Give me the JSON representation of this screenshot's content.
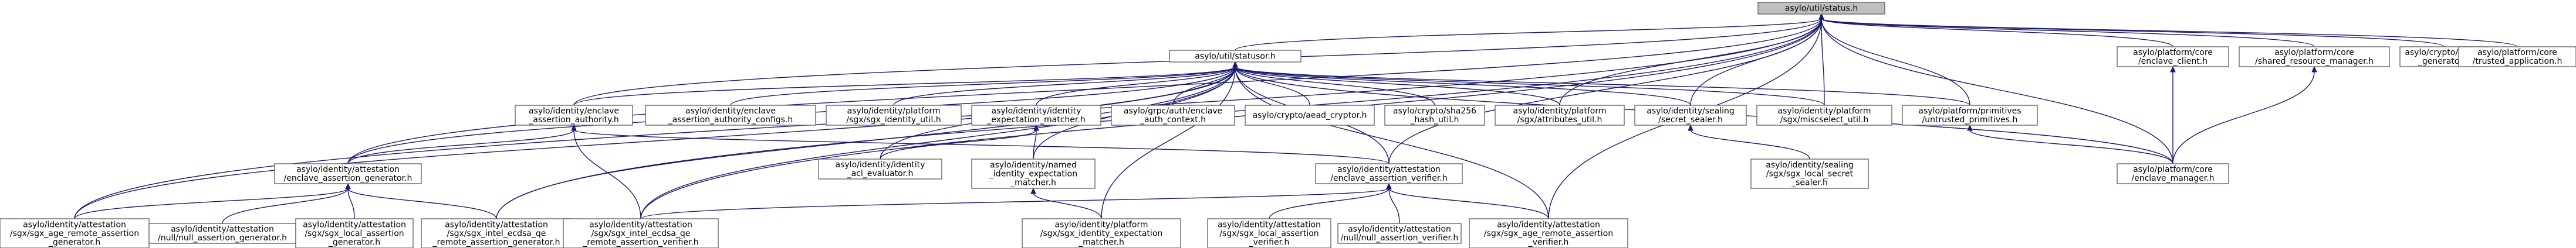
{
  "graph": {
    "root": "n0",
    "nodes": [
      {
        "id": "n0",
        "lines": [
          "asylo/util/status.h"
        ],
        "highlight": true
      },
      {
        "id": "n1",
        "lines": [
          "asylo/util/statusor.h"
        ]
      },
      {
        "id": "n2",
        "lines": [
          "asylo/platform/core",
          "/enclave_client.h"
        ]
      },
      {
        "id": "n3",
        "lines": [
          "asylo/platform/core",
          "/shared_resource_manager.h"
        ]
      },
      {
        "id": "n4",
        "lines": [
          "asylo/crypto/nonce",
          "_generator.h"
        ]
      },
      {
        "id": "n5",
        "lines": [
          "asylo/platform/core",
          "/trusted_application.h"
        ]
      },
      {
        "id": "n6",
        "lines": [
          "asylo/identity/enclave",
          "_assertion_authority.h"
        ]
      },
      {
        "id": "n7",
        "lines": [
          "asylo/identity/enclave",
          "_assertion_authority_configs.h"
        ]
      },
      {
        "id": "n8",
        "lines": [
          "asylo/identity/platform",
          "/sgx/sgx_identity_util.h"
        ]
      },
      {
        "id": "n9",
        "lines": [
          "asylo/identity/identity",
          "_expectation_matcher.h"
        ]
      },
      {
        "id": "n10",
        "lines": [
          "asylo/grpc/auth/enclave",
          "_auth_context.h"
        ]
      },
      {
        "id": "n11",
        "lines": [
          "asylo/crypto/aead_cryptor.h"
        ]
      },
      {
        "id": "n12",
        "lines": [
          "asylo/crypto/sha256",
          "_hash_util.h"
        ]
      },
      {
        "id": "n13",
        "lines": [
          "asylo/identity/platform",
          "/sgx/attributes_util.h"
        ]
      },
      {
        "id": "n14",
        "lines": [
          "asylo/identity/sealing",
          "/secret_sealer.h"
        ]
      },
      {
        "id": "n15",
        "lines": [
          "asylo/identity/platform",
          "/sgx/miscselect_util.h"
        ]
      },
      {
        "id": "n16",
        "lines": [
          "asylo/platform/primitives",
          "/untrusted_primitives.h"
        ]
      },
      {
        "id": "n17",
        "lines": [
          "asylo/identity/attestation",
          "/enclave_assertion_generator.h"
        ]
      },
      {
        "id": "n18",
        "lines": [
          "asylo/identity/identity",
          "_acl_evaluator.h"
        ]
      },
      {
        "id": "n19",
        "lines": [
          "asylo/identity/named",
          "_identity_expectation",
          "_matcher.h"
        ]
      },
      {
        "id": "n20",
        "lines": [
          "asylo/identity/attestation",
          "/enclave_assertion_verifier.h"
        ]
      },
      {
        "id": "n21",
        "lines": [
          "asylo/identity/sealing",
          "/sgx/sgx_local_secret",
          "_sealer.h"
        ]
      },
      {
        "id": "n22",
        "lines": [
          "asylo/platform/core",
          "/enclave_manager.h"
        ]
      },
      {
        "id": "n23",
        "lines": [
          "asylo/identity/attestation",
          "/sgx/sgx_age_remote_assertion",
          "_generator.h"
        ]
      },
      {
        "id": "n24",
        "lines": [
          "asylo/identity/attestation",
          "/null/null_assertion_generator.h"
        ]
      },
      {
        "id": "n25",
        "lines": [
          "asylo/identity/attestation",
          "/sgx/sgx_local_assertion",
          "_generator.h"
        ]
      },
      {
        "id": "n26",
        "lines": [
          "asylo/identity/attestation",
          "/sgx/sgx_intel_ecdsa_qe",
          "_remote_assertion_generator.h"
        ]
      },
      {
        "id": "n27",
        "lines": [
          "asylo/identity/attestation",
          "/sgx/sgx_intel_ecdsa_qe",
          "_remote_assertion_verifier.h"
        ]
      },
      {
        "id": "n28",
        "lines": [
          "asylo/identity/platform",
          "/sgx/sgx_identity_expectation",
          "_matcher.h"
        ]
      },
      {
        "id": "n29",
        "lines": [
          "asylo/identity/attestation",
          "/sgx/sgx_local_assertion",
          "_verifier.h"
        ]
      },
      {
        "id": "n30",
        "lines": [
          "asylo/identity/attestation",
          "/null/null_assertion_verifier.h"
        ]
      },
      {
        "id": "n31",
        "lines": [
          "asylo/identity/attestation",
          "/sgx/sgx_age_remote_assertion",
          "_verifier.h"
        ]
      }
    ],
    "edges": [
      [
        "n0",
        "n1"
      ],
      [
        "n0",
        "n2"
      ],
      [
        "n0",
        "n3"
      ],
      [
        "n0",
        "n4"
      ],
      [
        "n0",
        "n5"
      ],
      [
        "n0",
        "n6"
      ],
      [
        "n0",
        "n13"
      ],
      [
        "n0",
        "n14"
      ],
      [
        "n0",
        "n15"
      ],
      [
        "n0",
        "n16"
      ],
      [
        "n0",
        "n17"
      ],
      [
        "n0",
        "n20"
      ],
      [
        "n0",
        "n22"
      ],
      [
        "n0",
        "n23"
      ],
      [
        "n0",
        "n26"
      ],
      [
        "n0",
        "n27"
      ],
      [
        "n0",
        "n31"
      ],
      [
        "n1",
        "n6"
      ],
      [
        "n1",
        "n7"
      ],
      [
        "n1",
        "n8"
      ],
      [
        "n1",
        "n9"
      ],
      [
        "n1",
        "n10"
      ],
      [
        "n1",
        "n11"
      ],
      [
        "n1",
        "n12"
      ],
      [
        "n1",
        "n13"
      ],
      [
        "n1",
        "n14"
      ],
      [
        "n1",
        "n15"
      ],
      [
        "n1",
        "n16"
      ],
      [
        "n1",
        "n17"
      ],
      [
        "n1",
        "n18"
      ],
      [
        "n1",
        "n19"
      ],
      [
        "n1",
        "n20"
      ],
      [
        "n1",
        "n22"
      ],
      [
        "n1",
        "n23"
      ],
      [
        "n1",
        "n26"
      ],
      [
        "n1",
        "n27"
      ],
      [
        "n1",
        "n28"
      ],
      [
        "n1",
        "n31"
      ],
      [
        "n2",
        "n22"
      ],
      [
        "n3",
        "n22"
      ],
      [
        "n16",
        "n22"
      ],
      [
        "n6",
        "n17"
      ],
      [
        "n6",
        "n20"
      ],
      [
        "n6",
        "n27"
      ],
      [
        "n9",
        "n18"
      ],
      [
        "n9",
        "n19"
      ],
      [
        "n14",
        "n21"
      ],
      [
        "n17",
        "n23"
      ],
      [
        "n17",
        "n24"
      ],
      [
        "n17",
        "n25"
      ],
      [
        "n17",
        "n26"
      ],
      [
        "n19",
        "n28"
      ],
      [
        "n20",
        "n27"
      ],
      [
        "n20",
        "n29"
      ],
      [
        "n20",
        "n30"
      ],
      [
        "n20",
        "n31"
      ]
    ]
  }
}
